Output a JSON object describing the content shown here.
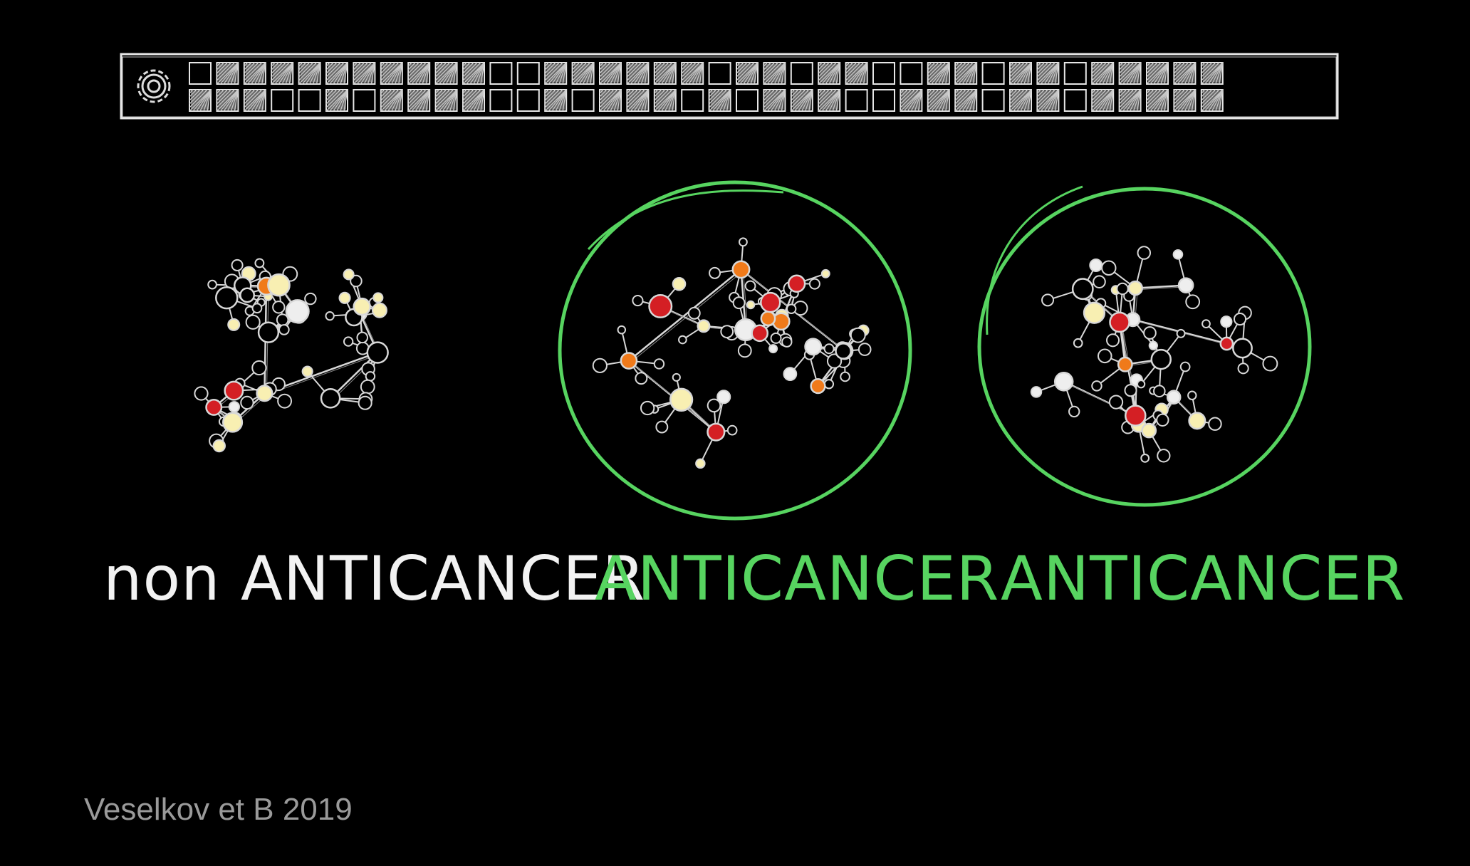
{
  "labels": {
    "non_anticancer": "non ANTICANCER",
    "anticancer_1": "ANTICANCER",
    "anticancer_2": "ANTICANCER"
  },
  "citation": "Veselkov et B 2019",
  "fingerprint": {
    "row1": [
      0,
      1,
      1,
      1,
      1,
      1,
      1,
      1,
      1,
      1,
      1,
      0,
      0,
      1,
      1,
      1,
      1,
      1,
      1,
      0,
      1,
      1,
      0,
      1,
      1,
      0,
      0,
      1,
      1,
      0,
      1,
      1,
      0,
      1,
      1,
      1,
      1,
      1
    ],
    "row2": [
      1,
      1,
      1,
      0,
      0,
      1,
      0,
      1,
      1,
      1,
      1,
      0,
      0,
      1,
      0,
      1,
      1,
      1,
      0,
      1,
      0,
      1,
      1,
      1,
      0,
      0,
      1,
      1,
      1,
      0,
      1,
      1,
      0,
      1,
      1,
      1,
      1,
      1
    ]
  },
  "colors": {
    "background": "#000000",
    "highlight": "#57d460",
    "node_red": "#d41f24",
    "node_orange": "#f07a1a",
    "node_cream": "#f8efb2",
    "node_white": "#eeeeee",
    "line": "#d8d8d8"
  },
  "icons": {
    "settings": "gear-icon"
  }
}
